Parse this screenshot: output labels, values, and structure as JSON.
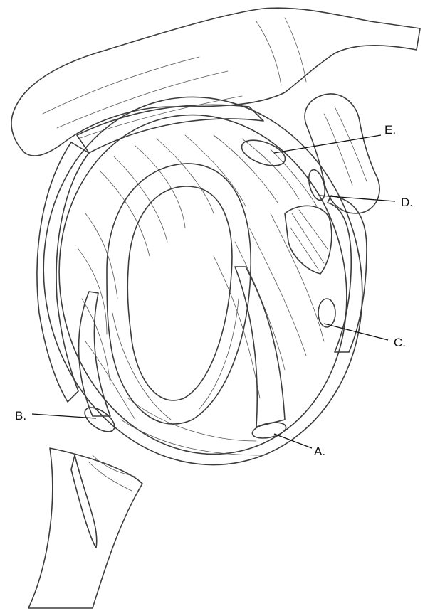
{
  "colors": {
    "background": "#ffffff",
    "ink": "#3c3c3c",
    "muscle": "#a3585f",
    "ligament": "#e8ea5a",
    "bone": "#ffffff"
  },
  "labels": {
    "a": "A.",
    "b": "B.",
    "c": "C.",
    "d": "D.",
    "e": "E."
  }
}
